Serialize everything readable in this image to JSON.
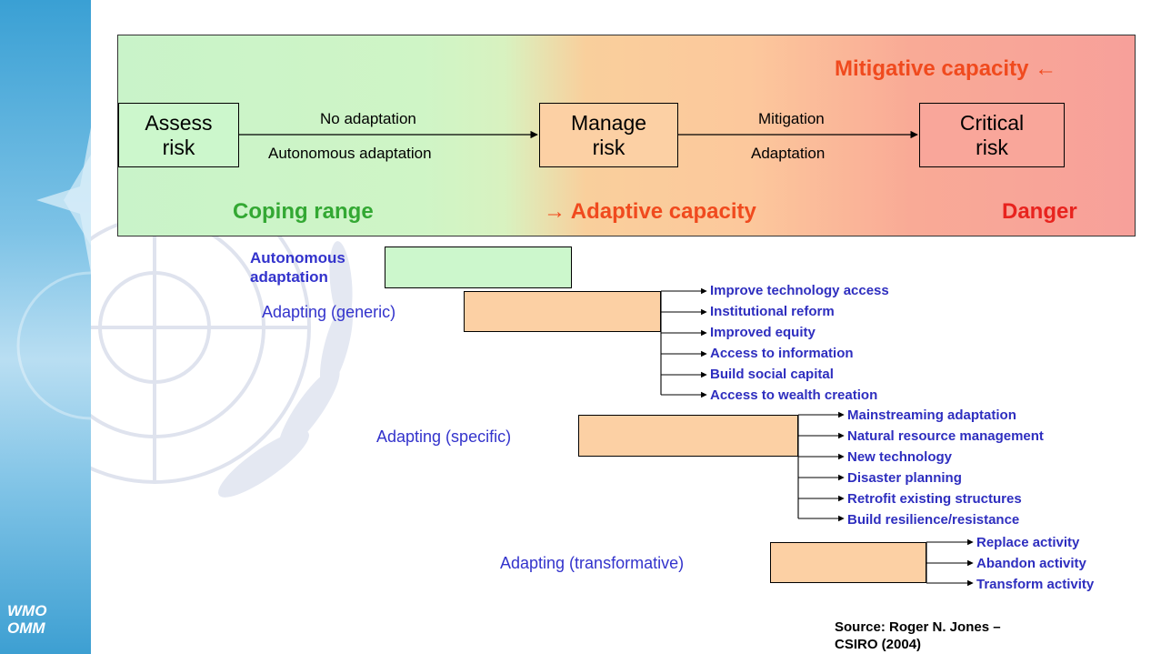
{
  "logo_text": [
    "WMO",
    "OMM"
  ],
  "banner": {
    "mitigative": "Mitigative capacity",
    "mitigative_arrow": "←",
    "boxes": {
      "assess": [
        "Assess",
        "risk"
      ],
      "manage": [
        "Manage",
        "risk"
      ],
      "critical": [
        "Critical",
        "risk"
      ]
    },
    "path1_top": "No adaptation",
    "path1_bottom": "Autonomous adaptation",
    "path2_top": "Mitigation",
    "path2_bottom": "Adaptation",
    "zones": {
      "coping": "Coping range",
      "adaptive": "Adaptive capacity",
      "adaptive_arrow": "→",
      "danger": "Danger"
    },
    "colors": {
      "coping": "#33a833",
      "adaptive": "#f04a1e",
      "danger": "#e8231e",
      "mitigative": "#f04a1e"
    }
  },
  "categories": {
    "autonomous": [
      "Autonomous",
      "adaptation"
    ],
    "generic": "Adapting (generic)",
    "specific": "Adapting (specific)",
    "transformative": "Adapting (transformative)"
  },
  "options": {
    "generic": [
      "Improve technology access",
      "Institutional reform",
      "Improved equity",
      "Access to information",
      "Build social capital",
      "Access to wealth creation"
    ],
    "specific": [
      "Mainstreaming adaptation",
      "Natural resource management",
      "New technology",
      "Disaster planning",
      "Retrofit existing structures",
      "Build resilience/resistance"
    ],
    "transformative": [
      "Replace activity",
      "Abandon activity",
      "Transform activity"
    ]
  },
  "box_colors": {
    "autonomous": "#ccf7cc",
    "adapting": "#fcd0a4"
  },
  "source": [
    "Source: Roger N. Jones –",
    "CSIRO (2004)"
  ]
}
